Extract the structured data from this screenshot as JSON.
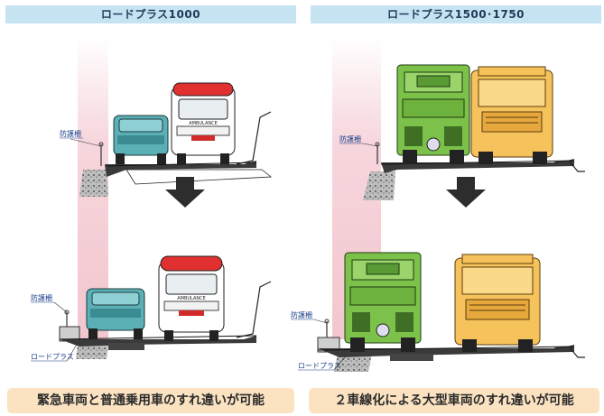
{
  "panels": {
    "left": {
      "title": "ロードプラス1000",
      "guardrail_before": "防護柵",
      "guardrail_after": "防護柵",
      "roadplus_label": "ロードプラス",
      "ambulance_text": "AMBULANCE",
      "caption": "緊急車両と普通乗用車のすれ違いが可能"
    },
    "right": {
      "title": "ロードプラス1500･1750",
      "guardrail_before": "防護柵",
      "guardrail_after": "防護柵",
      "roadplus_label": "ロードプラス",
      "caption": "２車線化による大型車両のすれ違いが可能"
    }
  },
  "colors": {
    "header_bg": "#c6e3f2",
    "banner_bg": "#fbe3c2",
    "road_added_zone": "#f4cfd6",
    "car_teal": "#5bb0b6",
    "truck_green": "#7cc24a",
    "truck_orange": "#f6c25c",
    "arrow": "#2d2d2d"
  }
}
